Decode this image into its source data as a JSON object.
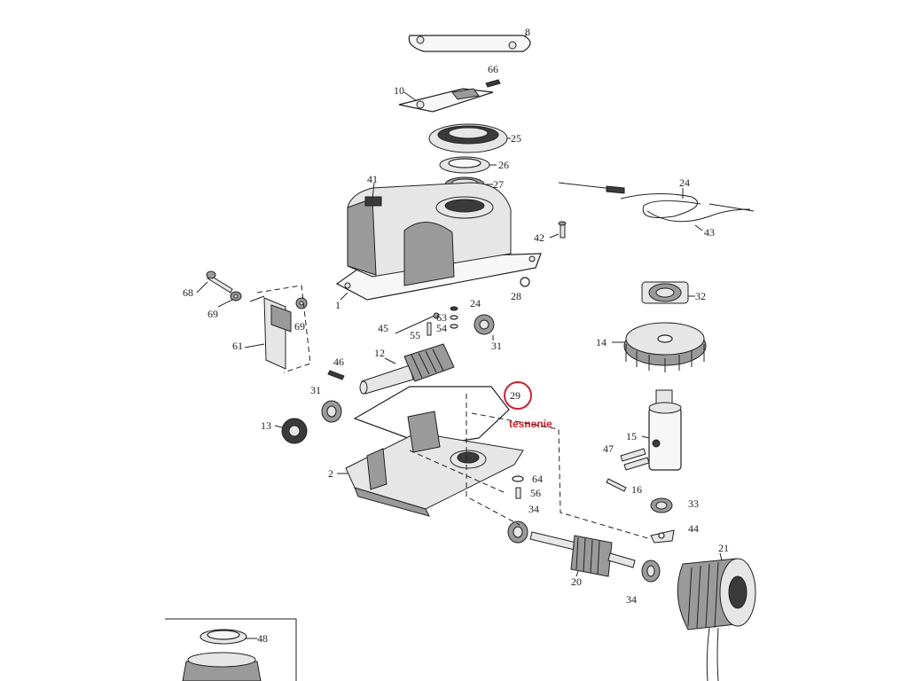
{
  "labels": {
    "p8": "8",
    "p66": "66",
    "p10": "10",
    "p25": "25",
    "p26": "26",
    "p27": "27",
    "p41": "41",
    "p24a": "24",
    "p43": "43",
    "p42": "42",
    "p28": "28",
    "p1": "1",
    "p68": "68",
    "p69a": "69",
    "p69b": "69",
    "p61": "61",
    "p45": "45",
    "p24b": "24",
    "p63": "63",
    "p54": "54",
    "p55": "55",
    "p31a": "31",
    "p12": "12",
    "p46": "46",
    "p31b": "31",
    "p13": "13",
    "p29": "29",
    "p2": "2",
    "p64": "64",
    "p56": "56",
    "p34a": "34",
    "p32": "32",
    "p14": "14",
    "p15": "15",
    "p47": "47",
    "p16": "16",
    "p33": "33",
    "p44": "44",
    "p20": "20",
    "p21": "21",
    "p34b": "34",
    "p48": "48"
  },
  "note": {
    "text": "tesnenie",
    "color": "#d0202a"
  }
}
